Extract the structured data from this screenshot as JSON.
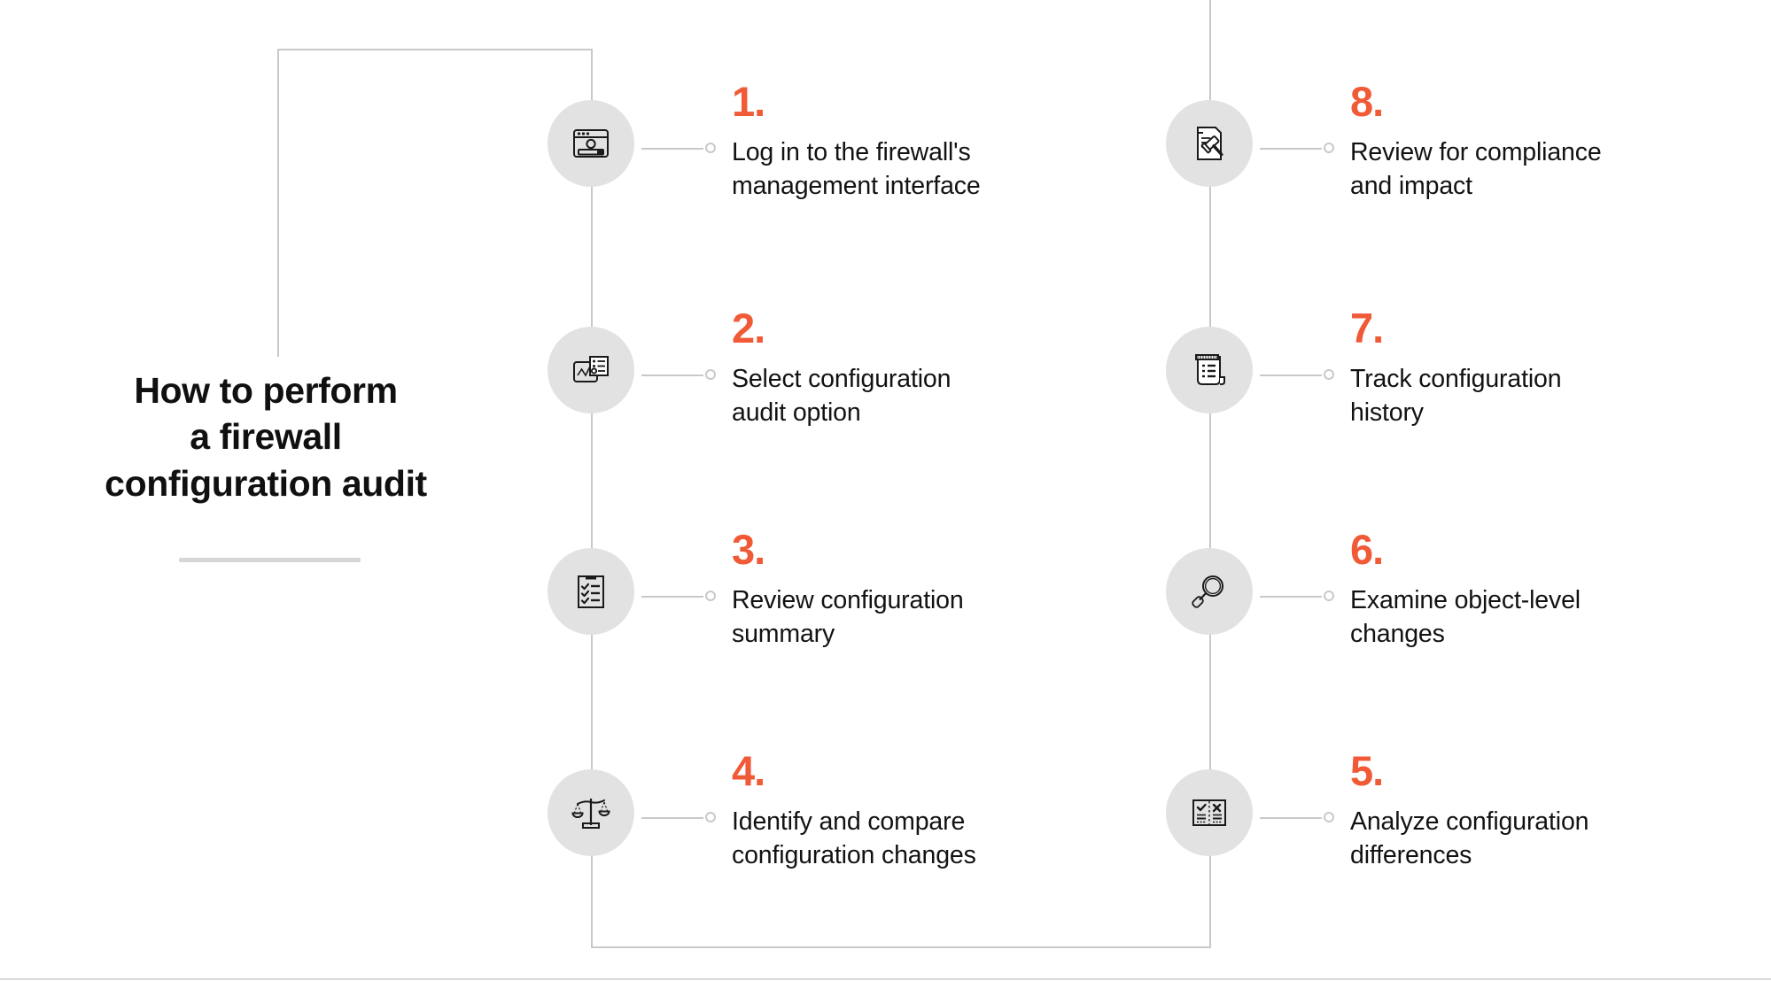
{
  "title": {
    "line1": "How to perform",
    "line2": "a firewall",
    "line3": "configuration audit"
  },
  "colors": {
    "accent": "#f05a36",
    "text": "#121212",
    "icon_circle": "#e2e2e2",
    "line": "#c9c9c9",
    "background": "#ffffff"
  },
  "steps": [
    {
      "number": "1.",
      "label": "Log in to the firewall's\nmanagement interface",
      "icon": "browser-login-icon",
      "column": "left"
    },
    {
      "number": "2.",
      "label": "Select configuration\naudit option",
      "icon": "chart-document-icon",
      "column": "left"
    },
    {
      "number": "3.",
      "label": "Review configuration\nsummary",
      "icon": "checklist-clipboard-icon",
      "column": "left"
    },
    {
      "number": "4.",
      "label": "Identify and compare\nconfiguration changes",
      "icon": "balance-scales-icon",
      "column": "left"
    },
    {
      "number": "5.",
      "label": "Analyze configuration\ndifferences",
      "icon": "compare-diff-icon",
      "column": "right"
    },
    {
      "number": "6.",
      "label": "Examine object-level\nchanges",
      "icon": "magnifying-glass-icon",
      "column": "right"
    },
    {
      "number": "7.",
      "label": "Track configuration\nhistory",
      "icon": "scroll-history-icon",
      "column": "right"
    },
    {
      "number": "8.",
      "label": "Review for compliance\nand impact",
      "icon": "document-gavel-icon",
      "column": "right"
    }
  ]
}
